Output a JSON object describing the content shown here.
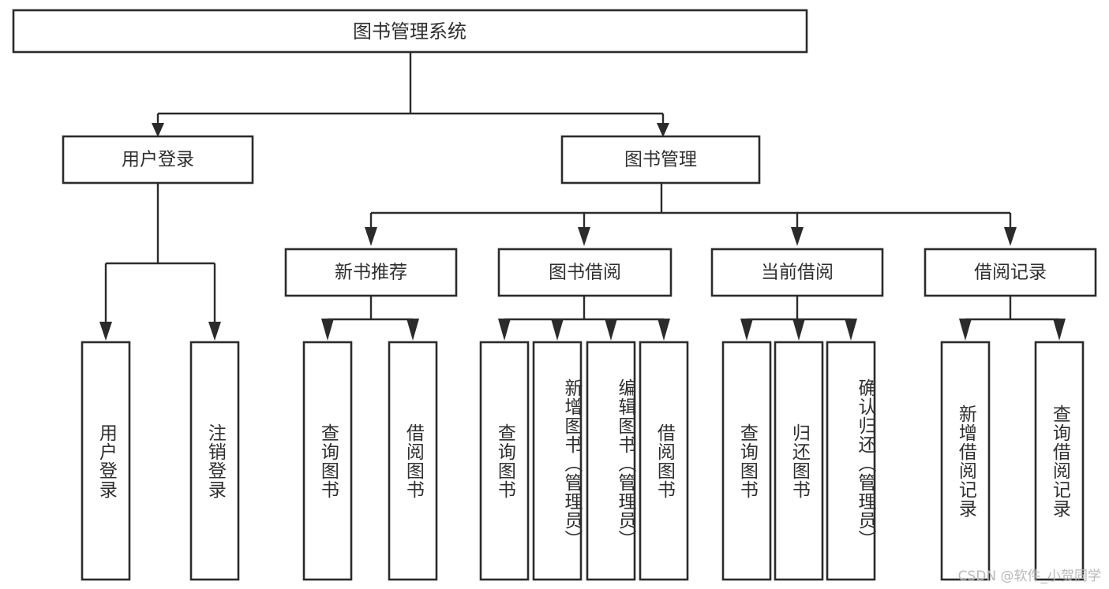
{
  "diagram": {
    "title": "图书管理系统",
    "watermark": "CSDN @软件_小贺同学",
    "root": {
      "label": "图书管理系统"
    },
    "level2": [
      {
        "id": "user-login",
        "label": "用户登录"
      },
      {
        "id": "book-manage",
        "label": "图书管理"
      }
    ],
    "level3": [
      {
        "id": "new-book-recommend",
        "label": "新书推荐"
      },
      {
        "id": "book-borrow",
        "label": "图书借阅"
      },
      {
        "id": "current-borrow",
        "label": "当前借阅"
      },
      {
        "id": "borrow-record",
        "label": "借阅记录"
      }
    ],
    "leaves": {
      "user_login": [
        {
          "id": "leaf-user-login",
          "label": "用户登录"
        },
        {
          "id": "leaf-logout-login",
          "label": "注销登录"
        }
      ],
      "new_book_recommend": [
        {
          "id": "leaf-query-book-1",
          "label": "查询图书"
        },
        {
          "id": "leaf-borrow-book-1",
          "label": "借阅图书"
        }
      ],
      "book_borrow": [
        {
          "id": "leaf-query-book-2",
          "label": "查询图书"
        },
        {
          "id": "leaf-add-book-admin",
          "label": "新增图书（管理员）"
        },
        {
          "id": "leaf-edit-book-admin",
          "label": "编辑图书（管理员）"
        },
        {
          "id": "leaf-borrow-book-2",
          "label": "借阅图书"
        }
      ],
      "current_borrow": [
        {
          "id": "leaf-query-book-3",
          "label": "查询图书"
        },
        {
          "id": "leaf-return-book",
          "label": "归还图书"
        },
        {
          "id": "leaf-confirm-return-admin",
          "label": "确认归还（管理员）"
        }
      ],
      "borrow_record": [
        {
          "id": "leaf-add-borrow-record",
          "label": "新增借阅记录"
        },
        {
          "id": "leaf-query-borrow-record",
          "label": "查询借阅记录"
        }
      ]
    },
    "colors": {
      "stroke": "#2b2b2b",
      "text": "#2f2f2f",
      "background": "#ffffff",
      "watermark": "#b9b9b9"
    }
  }
}
